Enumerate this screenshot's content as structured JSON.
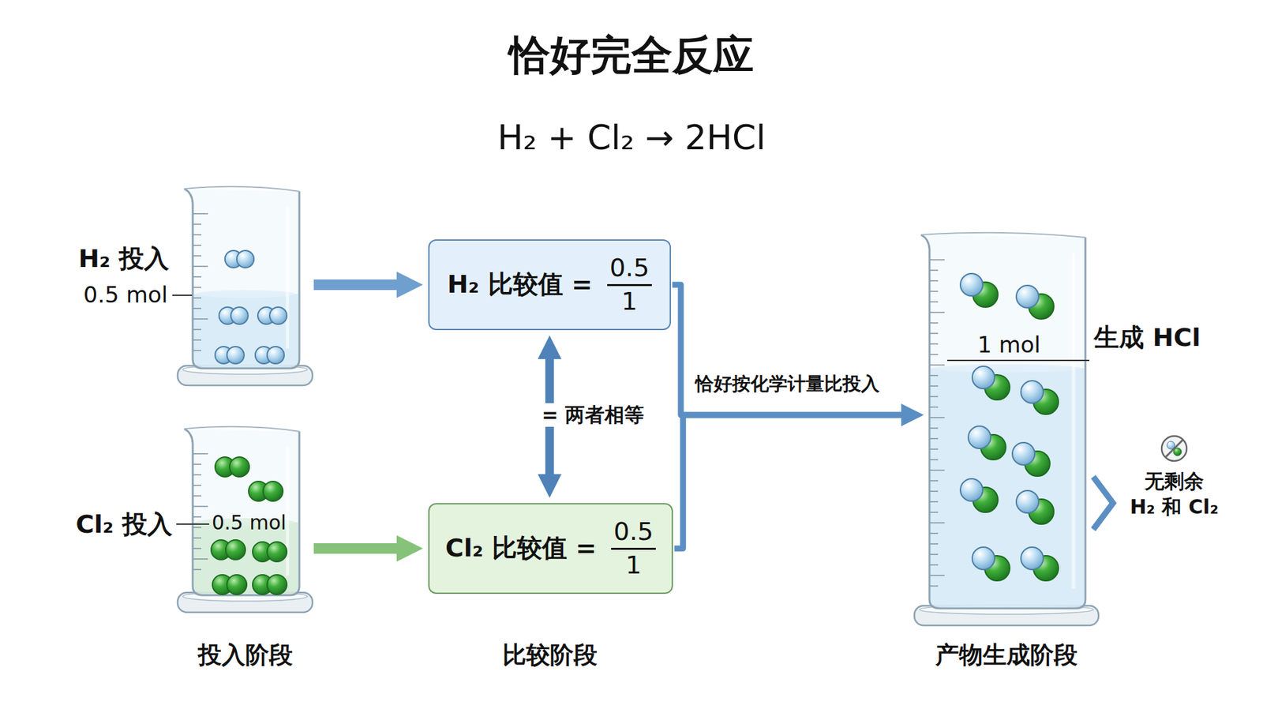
{
  "diagram": {
    "title": "恰好完全反应",
    "nodes": [
      {
        "text": [
          "H₂ 投入",
          "0.5 mol"
        ]
      },
      {
        "text": [
          "H₂ 比较值 =",
          "0.5",
          "1"
        ]
      },
      {
        "text": [
          "Cl₂ 投入",
          "0.5 mol"
        ]
      },
      {
        "text": [
          "Cl₂ 比较值 =",
          "0.5",
          "1"
        ]
      },
      {
        "text": [
          "1 mol",
          "生成 HCl"
        ]
      }
    ],
    "edges": [
      {
        "from": 0,
        "to": 1,
        "arrow": "to"
      },
      {
        "from": 2,
        "to": 3,
        "arrow": "to"
      },
      {
        "from": 1,
        "to": 3,
        "label": "= 两者相等",
        "arrow": "both"
      },
      {
        "from": 1,
        "to": 4,
        "label": "恰好按化学计量比投入",
        "arrow": "to"
      },
      {
        "from": 3,
        "to": 4,
        "arrow": "to"
      }
    ],
    "labels": [
      "H₂ + Cl₂ → 2HCl",
      "无剩余 H₂ 和 Cl₂",
      "投入阶段",
      "比较阶段",
      "产物生成阶段"
    ]
  }
}
